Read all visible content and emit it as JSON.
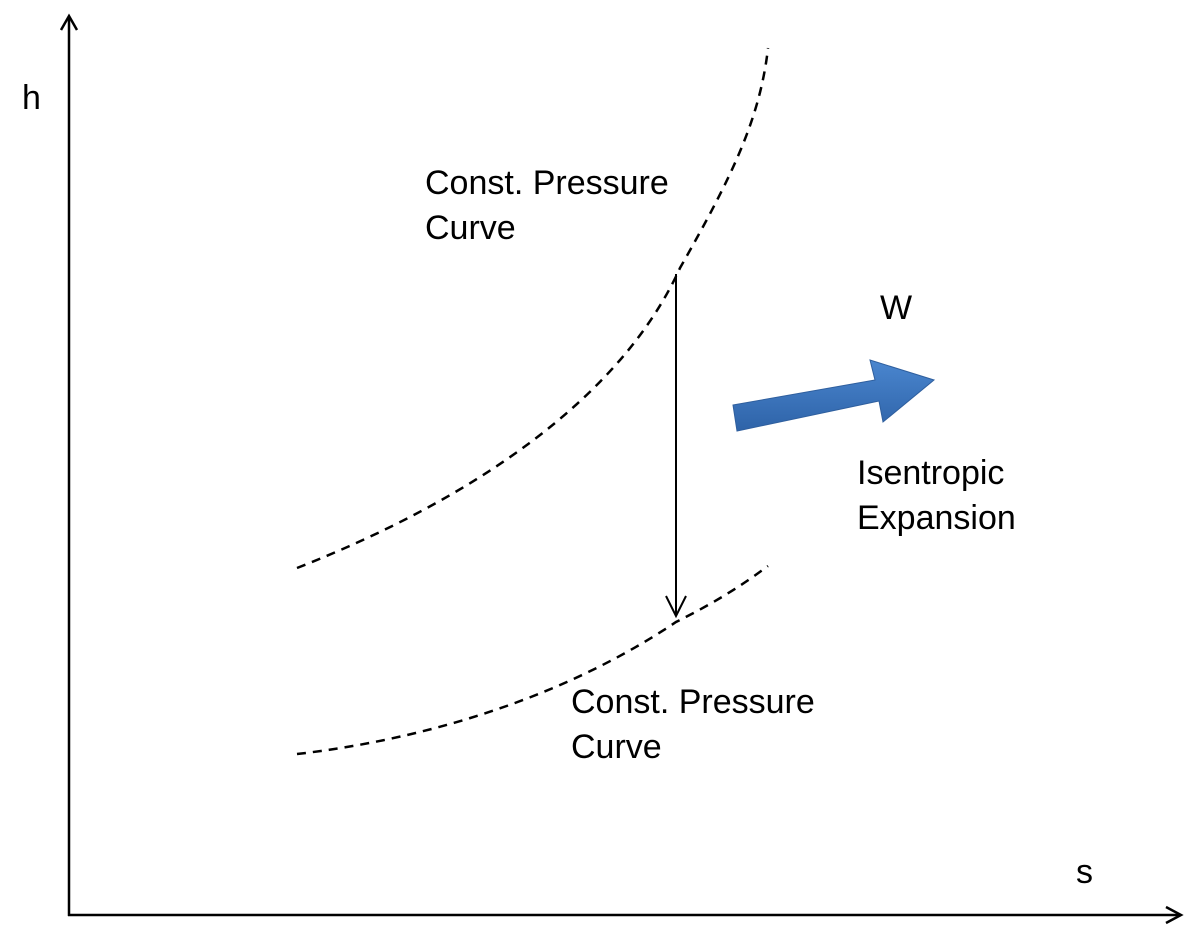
{
  "axes": {
    "y_label": "h",
    "x_label": "s"
  },
  "upper_curve": {
    "label_line1": "Const. Pressure",
    "label_line2": "Curve"
  },
  "lower_curve": {
    "label_line1": "Const. Pressure",
    "label_line2": "Curve"
  },
  "work_arrow": {
    "label": "W",
    "color": "#3B73B9"
  },
  "process": {
    "label_line1": "Isentropic",
    "label_line2": "Expansion"
  }
}
